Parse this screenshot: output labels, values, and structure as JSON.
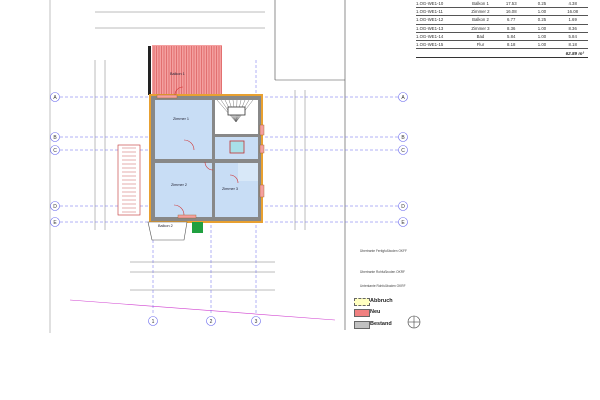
{
  "area_table": {
    "rows": [
      [
        "1.OG-WE1-10",
        "Balkon 1",
        "17.53",
        "0.25",
        "4.38"
      ],
      [
        "1.OG-WE1-11",
        "Zimmer 2",
        "16.08",
        "1.00",
        "16.08"
      ],
      [
        "1.OG-WE1-12",
        "Balkon 2",
        "6.77",
        "0.25",
        "1.69"
      ],
      [
        "1.OG-WE1-13",
        "Zimmer 3",
        "8.36",
        "1.00",
        "8.36"
      ],
      [
        "1.OG-WE1-14",
        "Bad",
        "5.84",
        "1.00",
        "5.84"
      ],
      [
        "1.OG-WE1-15",
        "Flur",
        "8.18",
        "1.00",
        "8.18"
      ]
    ],
    "total": "62.89 m²"
  },
  "rooms": {
    "balkon1": "Balkon 1",
    "zimmer1": "Zimmer 1",
    "zimmer2": "Zimmer 2",
    "zimmer3": "Zimmer 3",
    "balkon2": "Balkon 2"
  },
  "axes": {
    "rows": [
      "A",
      "B",
      "C",
      "D",
      "E"
    ],
    "cols": [
      "1",
      "2",
      "3"
    ]
  },
  "legend": {
    "items": [
      "Übertrante Fertigfußboden OKFF",
      "Übertrante Rohfußboden OKRF",
      "Unterkante Rohfußboden OKRF"
    ],
    "abbruch": "Abbruch",
    "neu": "Neu",
    "bestand": "Bestand"
  },
  "colors": {
    "wall": "#e8a030",
    "room": "#c8ddf5",
    "new": "#f08080",
    "axis": "#5555dd"
  }
}
